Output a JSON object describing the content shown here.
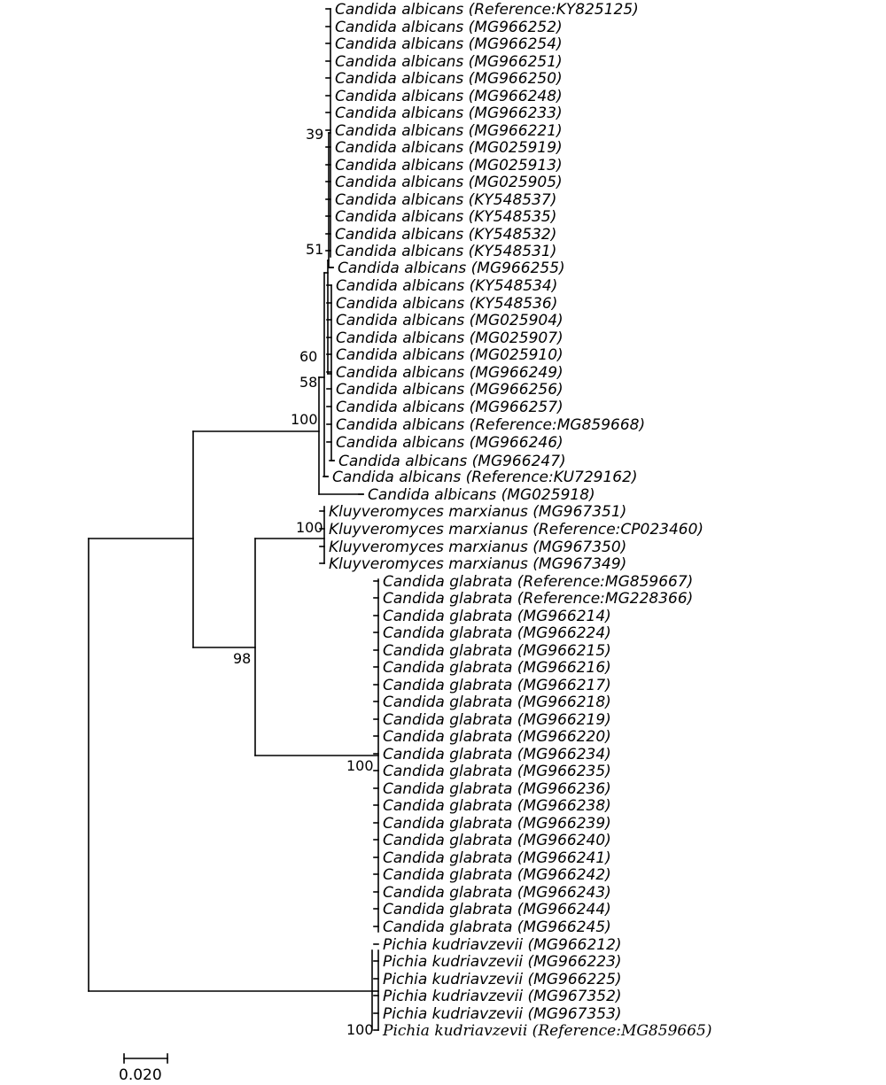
{
  "taxa": {
    "t01": "Candida albicans (Reference:KY825125)",
    "t02": "Candida albicans (MG966252)",
    "t03": "Candida albicans (MG966254)",
    "t04": "Candida albicans (MG966251)",
    "t05": "Candida albicans (MG966250)",
    "t06": "Candida albicans (MG966248)",
    "t07": "Candida albicans (MG966233)",
    "t08": "Candida albicans (MG966221)",
    "t09": "Candida albicans (MG025919)",
    "t10": "Candida albicans (MG025913)",
    "t11": "Candida albicans (MG025905)",
    "t12": "Candida albicans (KY548537)",
    "t13": "Candida albicans (KY548535)",
    "t14": "Candida albicans (KY548532)",
    "t15": "Candida albicans (KY548531)",
    "t16": "Candida albicans (MG966255)",
    "t17": "Candida albicans (KY548534)",
    "t18": "Candida albicans (KY548536)",
    "t19": "Candida albicans (MG025904)",
    "t20": "Candida albicans (MG025907)",
    "t21": "Candida albicans (MG025910)",
    "t22": "Candida albicans (MG966249)",
    "t23": "Candida albicans (MG966256)",
    "t24": "Candida albicans (MG966257)",
    "t25": "Candida albicans (Reference:MG859668)",
    "t26": "Candida albicans (MG966246)",
    "t27": "Candida albicans (MG966247)",
    "t28": "Candida albicans (Reference:KU729162)",
    "t29": "Candida albicans (MG025918)",
    "t30": "Kluyveromyces marxianus (MG967351)",
    "t31": "Kluyveromyces marxianus (Reference:CP023460)",
    "t32": "Kluyveromyces marxianus (MG967350)",
    "t33": "Kluyveromyces marxianus (MG967349)",
    "t34": "Candida glabrata (Reference:MG859667)",
    "t35": "Candida glabrata (Reference:MG228366)",
    "t36": "Candida glabrata (MG966214)",
    "t37": "Candida glabrata (MG966224)",
    "t38": "Candida glabrata (MG966215)",
    "t39": "Candida glabrata (MG966216)",
    "t40": "Candida glabrata (MG966217)",
    "t41": "Candida glabrata (MG966218)",
    "t42": "Candida glabrata (MG966219)",
    "t43": "Candida glabrata (MG966220)",
    "t44": "Candida glabrata (MG966234)",
    "t45": "Candida glabrata (MG966235)",
    "t46": "Candida glabrata (MG966236)",
    "t47": "Candida glabrata (MG966238)",
    "t48": "Candida glabrata (MG966239)",
    "t49": "Candida glabrata (MG966240)",
    "t50": "Candida glabrata (MG966241)",
    "t51": "Candida glabrata (MG966242)",
    "t52": "Candida glabrata (MG966243)",
    "t53": "Candida glabrata (MG966244)",
    "t54": "Candida glabrata (MG966245)",
    "t55": "Pichia kudriavzevii (MG966212)",
    "t56": "Pichia kudriavzevii (MG966223)",
    "t57": "Pichia kudriavzevii (MG966225)",
    "t58": "Pichia kudriavzevii (MG967352)",
    "t59": "Pichia kudriavzevii (MG967353)",
    "t60": "Pichia kudriavzevii (Reference:MG859665)"
  },
  "bootstrap": {
    "b39": "39",
    "b51": "51",
    "b60": "60",
    "b58": "58",
    "b100_albicans": "100",
    "b100_kluyveromyces": "100",
    "b98": "98",
    "b100_glabrata": "100",
    "b100_pichia": "100"
  },
  "scale_bar": {
    "label": "0.020",
    "length": 0.02
  }
}
